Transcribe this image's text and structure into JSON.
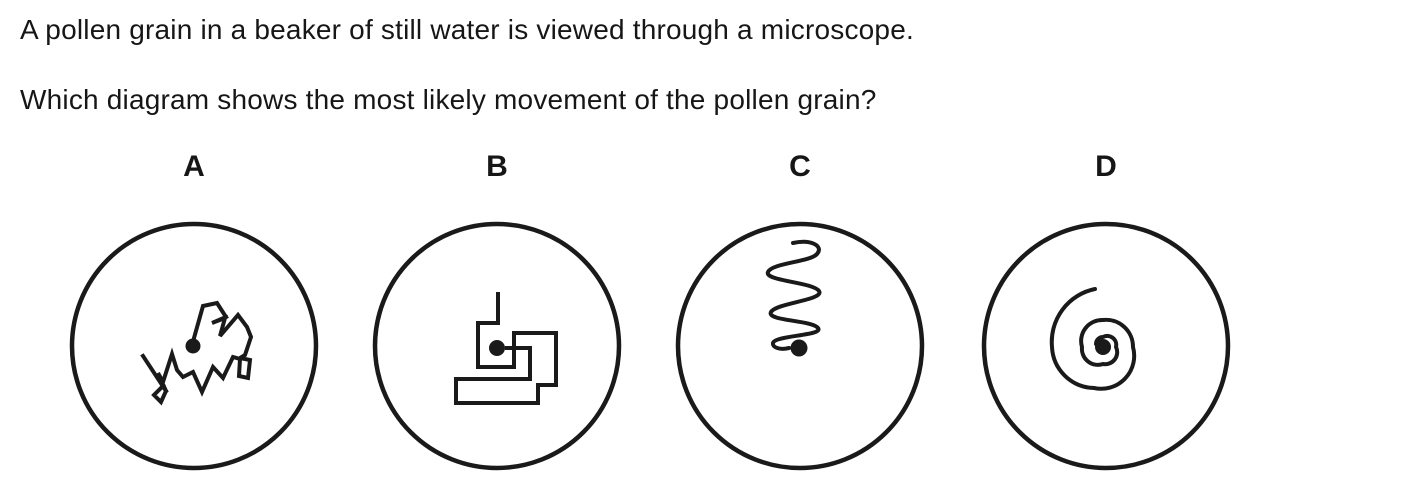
{
  "question": {
    "line1": "A pollen grain in a beaker of still water is viewed through a microscope.",
    "line2": "Which diagram shows the most likely movement of the pollen grain?"
  },
  "options": [
    {
      "label": "A",
      "motion": "random-jagged-zigzag"
    },
    {
      "label": "B",
      "motion": "rectangular-right-angle-steps"
    },
    {
      "label": "C",
      "motion": "smooth-vertical-wave"
    },
    {
      "label": "D",
      "motion": "inward-spiral"
    }
  ],
  "colors": {
    "ink": "#1a1a1a",
    "background": "#ffffff"
  }
}
